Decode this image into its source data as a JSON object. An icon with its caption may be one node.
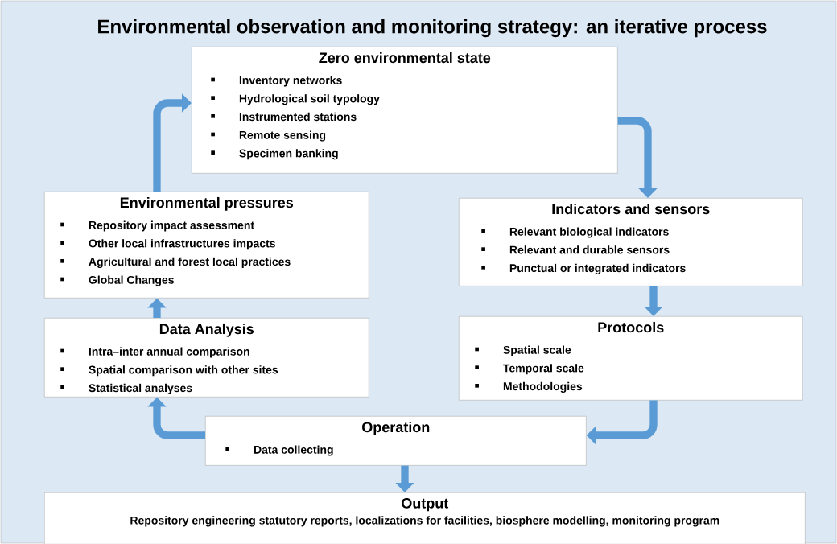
{
  "diagram": {
    "title": "Environmental observation and monitoring strategy: an iterative process",
    "nodes": [
      {
        "text": [
          "Zero environmental state",
          "Inventory networks",
          "Hydrological soil typology",
          "Instrumented stations",
          "Remote sensing",
          "Specimen banking"
        ]
      },
      {
        "text": [
          "Environmental pressures",
          "Repository impact assessment",
          "Other local infrastructures impacts",
          "Agricultural and forest local practices",
          "Global Changes"
        ]
      },
      {
        "text": [
          "Indicators and sensors",
          "Relevant biological indicators",
          "Relevant and durable sensors",
          "Punctual or integrated indicators"
        ]
      },
      {
        "text": [
          "Data Analysis",
          "Intra–inter annual comparison",
          "Spatial comparison with other sites",
          "Statistical analyses"
        ]
      },
      {
        "text": [
          "Protocols",
          "Spatial scale",
          "Temporal scale",
          "Methodologies"
        ]
      },
      {
        "text": [
          "Operation",
          "Data collecting"
        ]
      },
      {
        "text": [
          "Output",
          "Repository engineering statutory reports, localizations for facilities, biosphere modelling, monitoring program"
        ]
      }
    ],
    "edges": [
      {
        "from": 1,
        "to": 0,
        "arrow": "to"
      },
      {
        "from": 0,
        "to": 2,
        "arrow": "to"
      },
      {
        "from": 2,
        "to": 4,
        "arrow": "to"
      },
      {
        "from": 4,
        "to": 5,
        "arrow": "to"
      },
      {
        "from": 5,
        "to": 3,
        "arrow": "to"
      },
      {
        "from": 3,
        "to": 1,
        "arrow": "to"
      },
      {
        "from": 5,
        "to": 6,
        "arrow": "to"
      }
    ]
  }
}
